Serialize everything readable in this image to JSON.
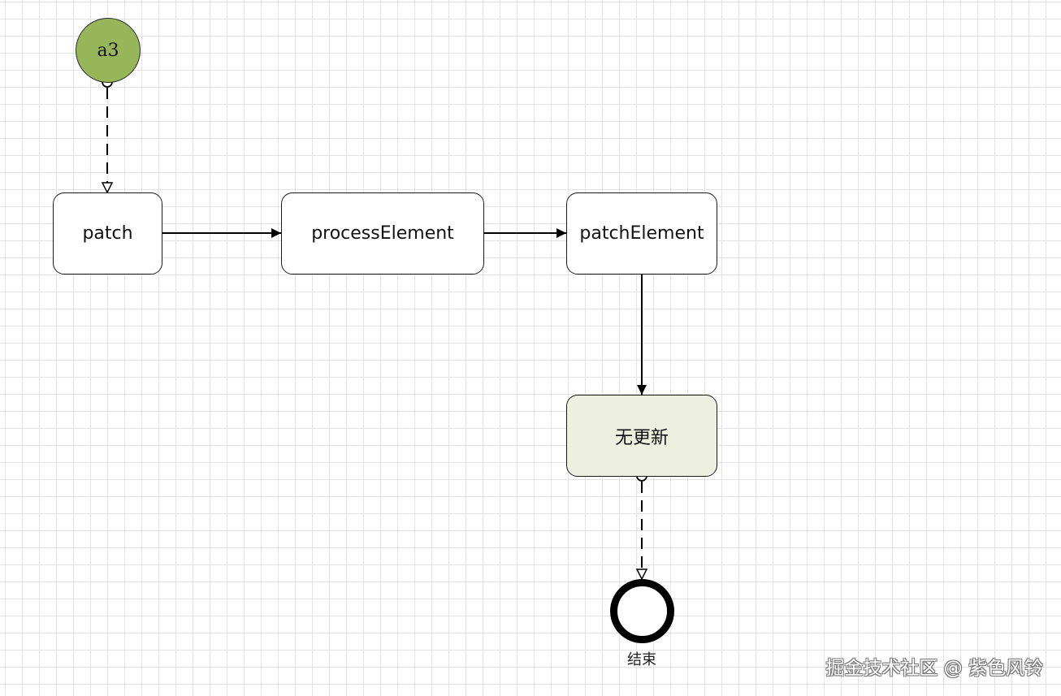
{
  "nodes": {
    "start": {
      "label": "a3",
      "fill": "#97b65a"
    },
    "patch": {
      "label": "patch"
    },
    "process_element": {
      "label": "processElement"
    },
    "patch_element": {
      "label": "patchElement"
    },
    "no_update": {
      "label": "无更新",
      "fill": "#edf0e0"
    },
    "end": {
      "label": "结束"
    }
  },
  "watermark": {
    "text": "掘金技术社区 @ 紫色风铃"
  },
  "colors": {
    "line": "#000000",
    "start_fill": "#97b65a",
    "no_update_fill": "#edf0e0"
  }
}
